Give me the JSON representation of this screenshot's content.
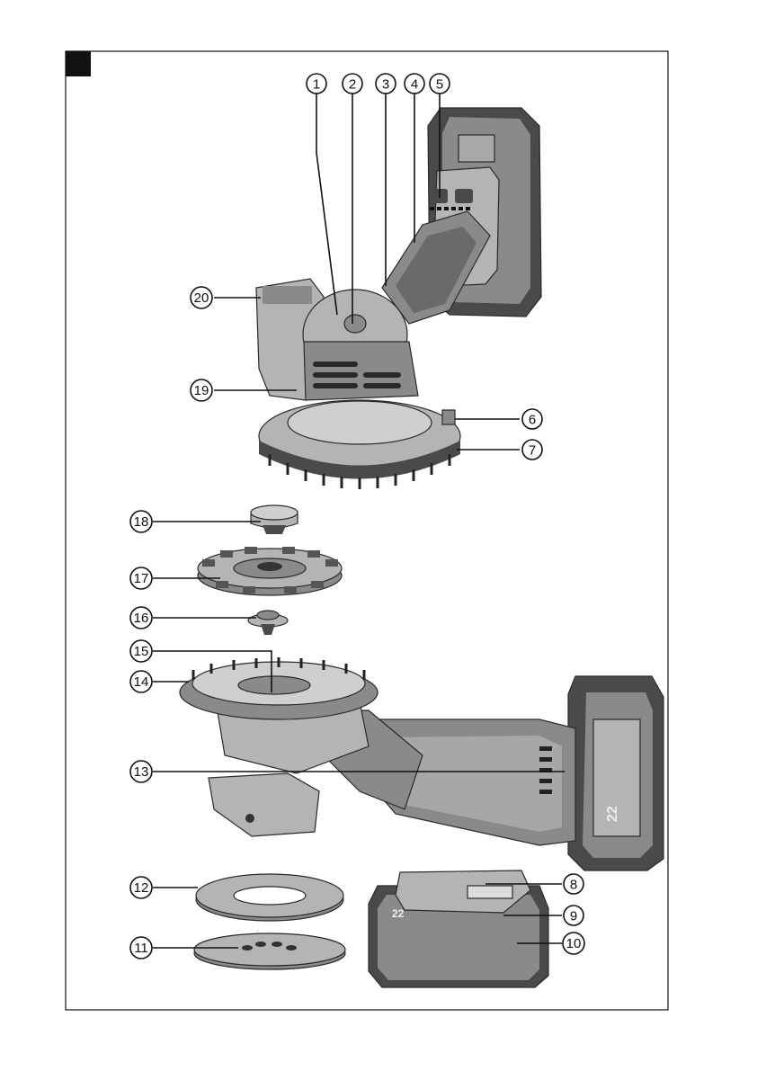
{
  "figure": {
    "badge_color": "#111111",
    "callouts": [
      {
        "id": 1,
        "label": "1"
      },
      {
        "id": 2,
        "label": "2"
      },
      {
        "id": 3,
        "label": "3"
      },
      {
        "id": 4,
        "label": "4"
      },
      {
        "id": 5,
        "label": "5"
      },
      {
        "id": 6,
        "label": "6"
      },
      {
        "id": 7,
        "label": "7"
      },
      {
        "id": 8,
        "label": "8"
      },
      {
        "id": 9,
        "label": "9"
      },
      {
        "id": 10,
        "label": "10"
      },
      {
        "id": 11,
        "label": "11"
      },
      {
        "id": 12,
        "label": "12"
      },
      {
        "id": 13,
        "label": "13"
      },
      {
        "id": 14,
        "label": "14"
      },
      {
        "id": 15,
        "label": "15"
      },
      {
        "id": 16,
        "label": "16"
      },
      {
        "id": 17,
        "label": "17"
      },
      {
        "id": 18,
        "label": "18"
      },
      {
        "id": 19,
        "label": "19"
      },
      {
        "id": 20,
        "label": "20"
      }
    ],
    "battery_marking": "22"
  }
}
